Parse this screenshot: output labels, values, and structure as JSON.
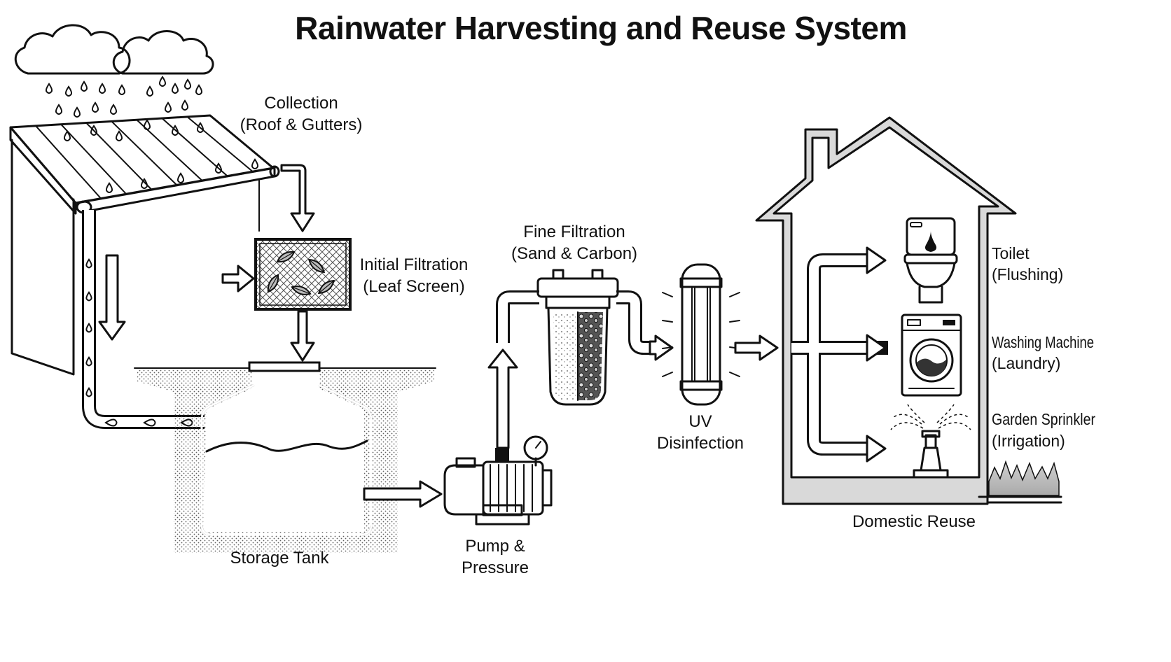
{
  "title": "Rainwater Harvesting and Reuse System",
  "stages": {
    "collection": {
      "line1": "Collection",
      "line2": "(Roof & Gutters)"
    },
    "initial_filtration": {
      "line1": "Initial Filtration",
      "line2": "(Leaf Screen)"
    },
    "storage": {
      "line1": "Storage Tank"
    },
    "pump": {
      "line1": "Pump &",
      "line2": "Pressure"
    },
    "fine_filtration": {
      "line1": "Fine Filtration",
      "line2": "(Sand & Carbon)"
    },
    "uv": {
      "line1": "UV",
      "line2": "Disinfection"
    },
    "domestic": {
      "line1": "Domestic Reuse"
    }
  },
  "uses": [
    {
      "line1": "Toilet",
      "line2": "(Flushing)",
      "icon": "toilet-icon"
    },
    {
      "line1": "Washing Machine",
      "line2": "(Laundry)",
      "icon": "washing-machine-icon"
    },
    {
      "line1": "Garden Sprinkler",
      "line2": "(Irrigation)",
      "icon": "sprinkler-icon"
    }
  ],
  "colors": {
    "line": "#111111",
    "background": "#ffffff",
    "wall": "#d9d9d9"
  }
}
